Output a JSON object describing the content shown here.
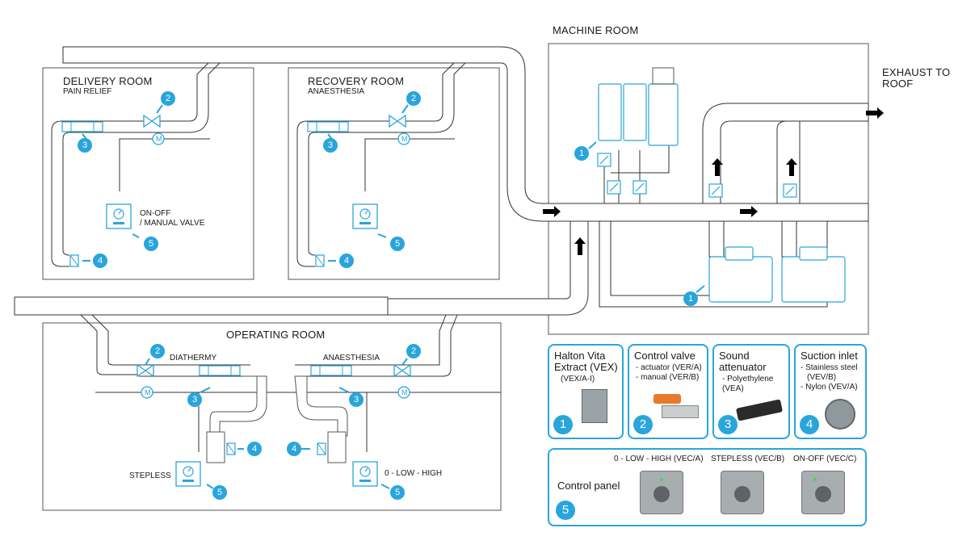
{
  "rooms": {
    "delivery": {
      "title": "DELIVERY ROOM",
      "subtitle": "PAIN RELIEF",
      "control_label_1": "ON-OFF",
      "control_label_2": "/ MANUAL VALVE"
    },
    "recovery": {
      "title": "RECOVERY ROOM",
      "subtitle": "ANAESTHESIA"
    },
    "machine": {
      "title": "MACHINE ROOM"
    },
    "operating": {
      "title": "OPERATING ROOM",
      "left_label": "DIATHERMY",
      "right_label": "ANAESTHESIA",
      "stepless_label": "STEPLESS",
      "low_high_label": "0 - LOW - HIGH"
    }
  },
  "exhaust": {
    "line1": "EXHAUST TO",
    "line2": "ROOF"
  },
  "motor_label": "M",
  "callouts": [
    "1",
    "2",
    "3",
    "4",
    "5"
  ],
  "legend": {
    "cards": [
      {
        "title_1": "Halton Vita",
        "title_2": "Extract (VEX)",
        "desc": [
          "(VEX/A-I)"
        ],
        "number": "1"
      },
      {
        "title_1": "Control valve",
        "title_2": "",
        "desc": [
          "- actuator (VER/A)",
          "- manual (VER/B)"
        ],
        "number": "2"
      },
      {
        "title_1": "Sound",
        "title_2": "attenuator",
        "desc": [
          "- Polyethylene",
          "(VEA)"
        ],
        "number": "3"
      },
      {
        "title_1": "Suction inlet",
        "title_2": "",
        "desc": [
          "- Stainless steel",
          "(VEV/B)",
          "- Nylon (VEV/A)"
        ],
        "number": "4"
      }
    ],
    "control_panel": {
      "title": "Control panel",
      "number": "5",
      "variants": [
        "0 - LOW - HIGH (VEC/A)",
        "STEPLESS (VEC/B)",
        "ON-OFF (VEC/C)"
      ]
    }
  },
  "colors": {
    "accent": "#29a5dc",
    "line": "#333333",
    "pipe_fill": "#ffffff",
    "room_border": "#555555"
  }
}
